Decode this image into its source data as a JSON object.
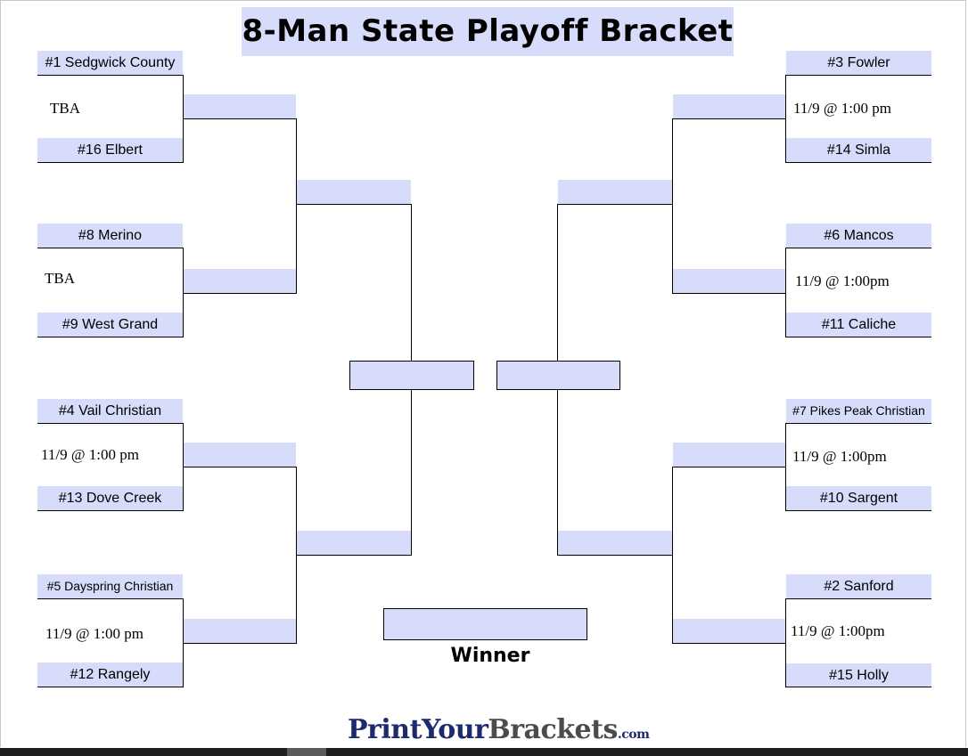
{
  "title": "8-Man State Playoff Bracket",
  "colors": {
    "slot_fill": "#d8dcfb",
    "brand_blue": "#1e2a6e",
    "brand_gray": "#4b4b4b"
  },
  "left": {
    "g1": {
      "top": "#1 Sedgwick County",
      "date": "TBA",
      "bottom": "#16 Elbert"
    },
    "g2": {
      "top": "#8 Merino",
      "date": "TBA",
      "bottom": "#9 West Grand"
    },
    "g3": {
      "top": "#4 Vail Christian",
      "date": "11/9 @ 1:00 pm",
      "bottom": "#13 Dove Creek"
    },
    "g4": {
      "top": "#5 Dayspring Christian",
      "date": "11/9 @ 1:00 pm",
      "bottom": "#12 Rangely"
    }
  },
  "right": {
    "g1": {
      "top": "#3 Fowler",
      "date": "11/9 @ 1:00 pm",
      "bottom": "#14 Simla"
    },
    "g2": {
      "top": "#6 Mancos",
      "date": "11/9 @ 1:00pm",
      "bottom": "#11 Caliche"
    },
    "g3": {
      "top": "#7 Pikes Peak Christian",
      "date": "11/9 @ 1:00pm",
      "bottom": "#10 Sargent"
    },
    "g4": {
      "top": "#2 Sanford",
      "date": "11/9 @ 1:00pm",
      "bottom": "#15 Holly"
    }
  },
  "winner_label": "Winner",
  "brand": {
    "part1": "Print",
    "part2": "Your",
    "part3": "Brackets",
    "part4": ".com"
  }
}
